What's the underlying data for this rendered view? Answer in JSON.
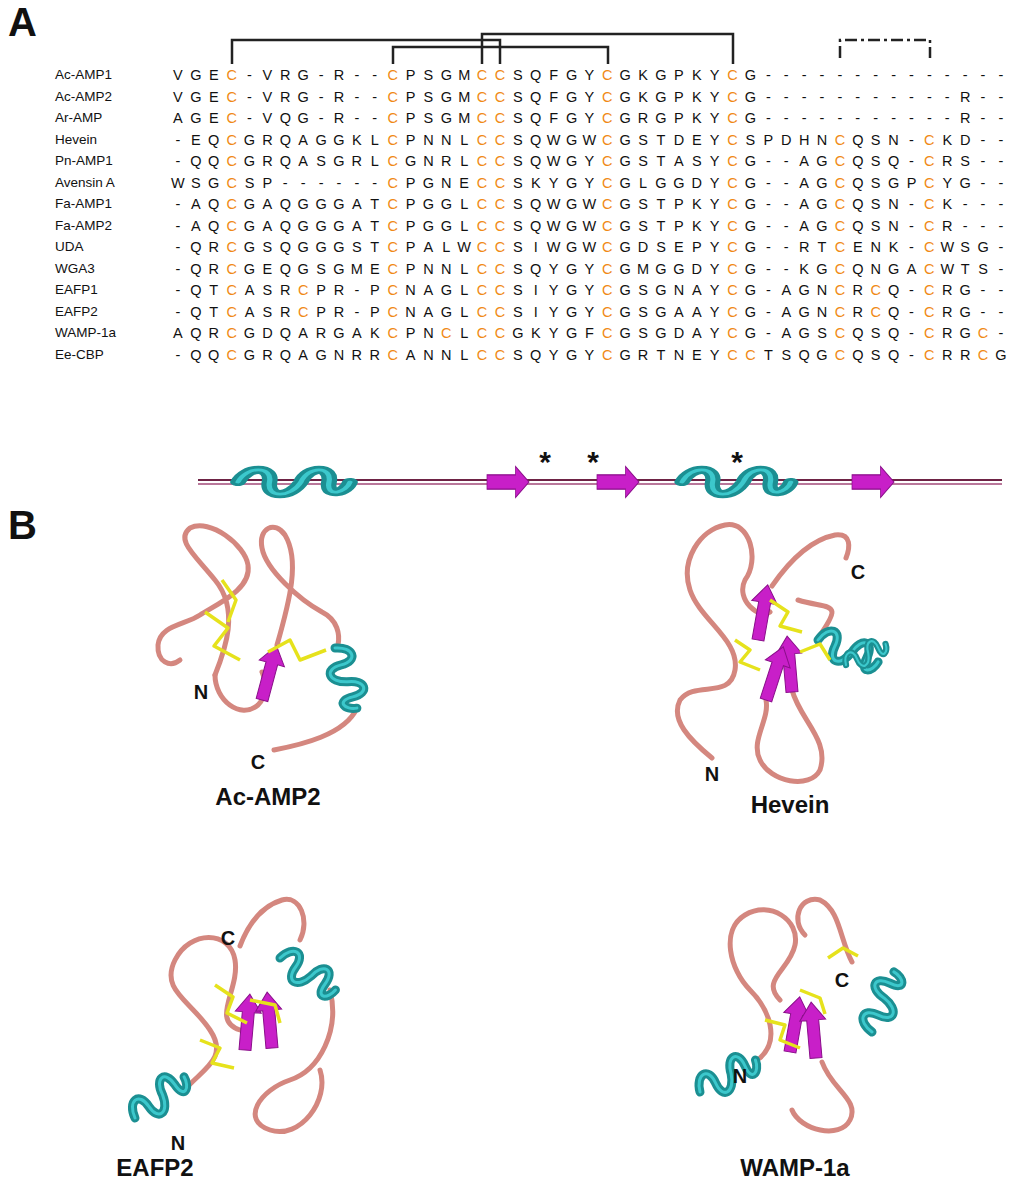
{
  "diagram": {
    "labels": [
      "A",
      "B",
      "Ac-AMP1",
      "VGEC-VRG-R--CPSGMCCSQFGYCGKGPKYCG--------------",
      "Ac-AMP2",
      "VGEC-VRG-R--CPSGMCCSQFGYCGKGPKYCG-----------R--",
      "Ar-AMP",
      "AGEC-VQG-R--CPSGMCCSQFGYCGRGPKYCG-----------R--",
      "Hevein",
      "-EQCGRQAGGKLCPNNLCCSQWGWCGSTDEYCSPDHNCQSN-CKD--",
      "Pn-AMP1",
      "-QQCGRQASGRLCGNRLCCSQWGYCGSTASYCG--AGCQSQ-CRS--",
      "Avensin A",
      "WSGCSP------CPGNECCSKYGYCGLGGDYCG--AGCQSGPCYG--",
      "Fa-AMP1",
      "-AQCGAQGGGATCPGGLCCSQWGWCGSTPKYCG--AGCQSN-CK---",
      "Fa-AMP2",
      "-AQCGAQGGGATCPGGLCCSQWGWCGSTPKYCG--AGCQSN-CR---",
      "UDA",
      "-QRCGSQGGGSTCPALWCCSIWGWCGDSEPYCG--RTCENK-CWSG-",
      "WGA3",
      "-QRCGEQGSGMECPNNLCCSQYGYCGMGGDYCG--KGCQNGACWTS-",
      "EAFP1",
      "-QTCASRCPR-PCNAGLCCSIYGYCGSGNAYCG-AGNCRCQ-CRG--",
      "EAFP2",
      "-QTCASRCPR-PCNAGLCCSIYGYCGSGAAYCG-AGNCRCQ-CRG--",
      "WAMP-1a",
      "AQRCGDQARGAKCPNCLCCGKYGFCGSGDAYCG-AGSCQSQ-CRGC-",
      "Ee-CBP",
      "-QQCGRQAGNRRCANNLCCSQYGYCGRTNEYCCTSQGCQSQ-CRRCG",
      "*",
      "*",
      "*",
      "N",
      "C",
      "Ac-AMP2",
      "C",
      "N",
      "Hevein",
      "C",
      "N",
      "EAFP2",
      "C",
      "N",
      "WAMP-1a"
    ]
  }
}
